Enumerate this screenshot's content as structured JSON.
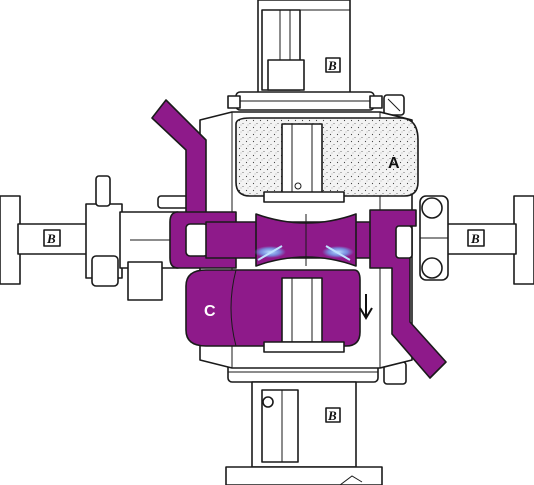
{
  "labels": {
    "chamber_a": "A",
    "chamber_c": "C"
  },
  "logos": {
    "top": "B",
    "bottom": "B",
    "left": "B",
    "right": "B"
  },
  "colors": {
    "product": "#8e1a8a",
    "lines": "#1a1a1a",
    "background": "#ffffff",
    "glow": "#6fb6ff"
  },
  "indicators": {
    "flow_arrow": "down-arrow"
  }
}
